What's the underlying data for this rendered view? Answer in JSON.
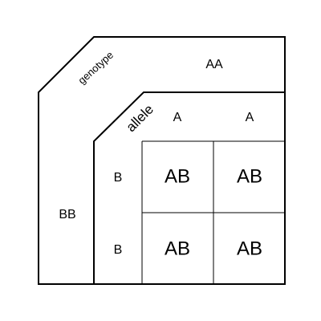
{
  "diagram": {
    "corner_labels": {
      "genotype": "genotype",
      "allele": "allele"
    },
    "parent_genotypes": {
      "top": "AA",
      "left": "BB"
    },
    "alleles": {
      "top": [
        "A",
        "A"
      ],
      "left": [
        "B",
        "B"
      ]
    },
    "offspring": [
      [
        "AB",
        "AB"
      ],
      [
        "AB",
        "AB"
      ]
    ]
  }
}
